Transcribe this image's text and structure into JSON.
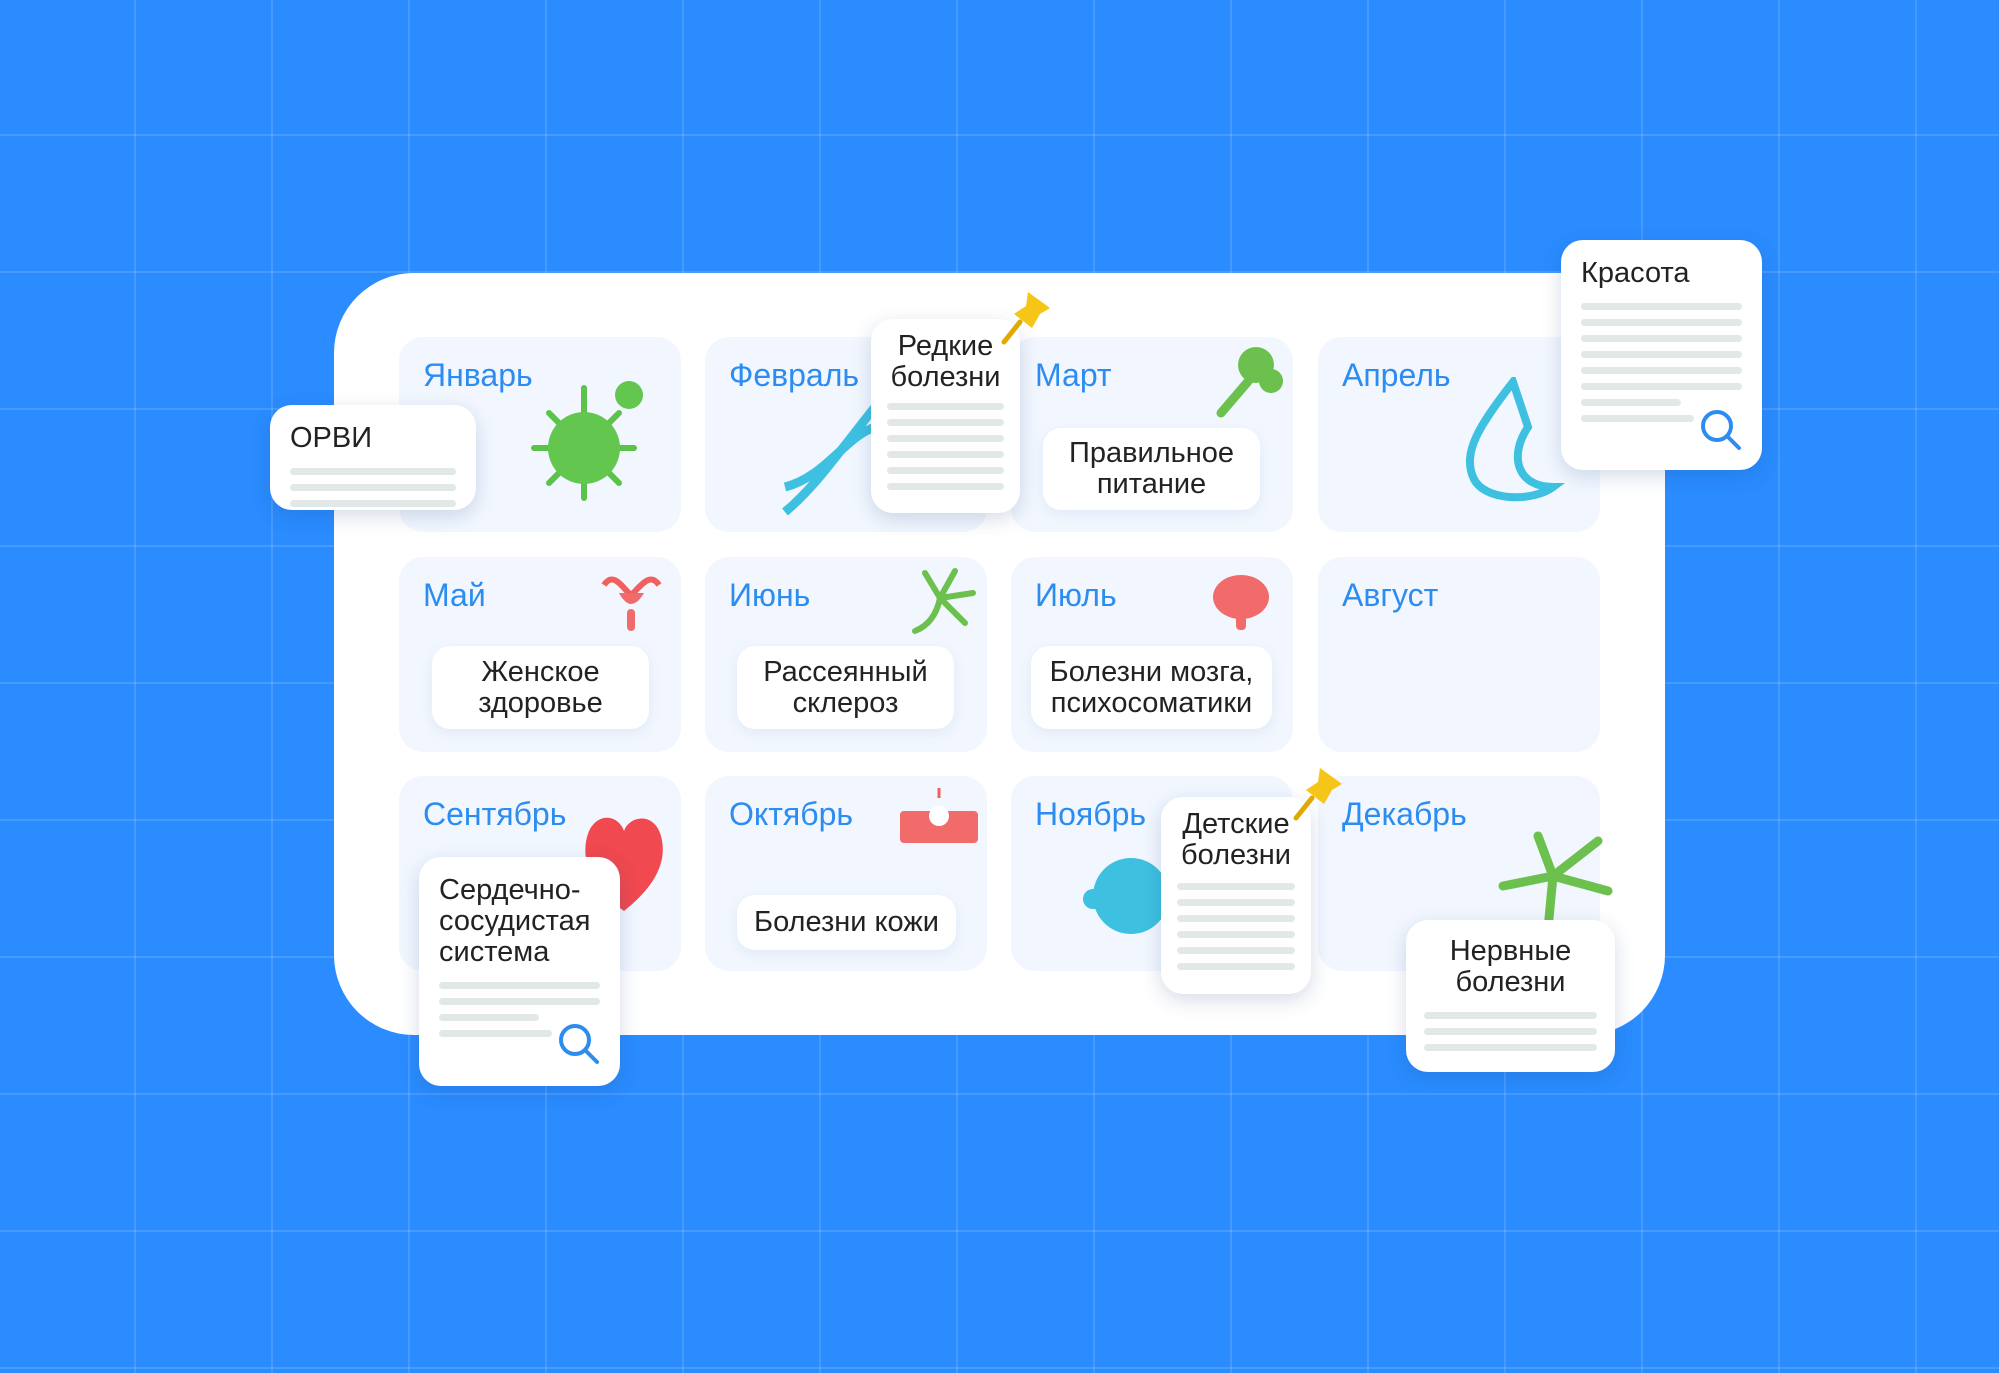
{
  "months": [
    "Январь",
    "Февраль",
    "Март",
    "Апрель",
    "Май",
    "Июнь",
    "Июль",
    "Август",
    "Сентябрь",
    "Октябрь",
    "Ноябрь",
    "Декабрь"
  ],
  "labels": {
    "march": "Правильное питание",
    "may": "Женское здоровье",
    "june": "Рассеянный склероз",
    "july": "Болезни мозга, психосоматики",
    "october": "Болезни кожи"
  },
  "cards": {
    "orvi": "ОРВИ",
    "rare": "Редкие болезни",
    "beauty": "Красота",
    "heart": "Сердечно-сосудистая система",
    "kids": "Детские болезни",
    "nerves": "Нервные болезни"
  },
  "colors": {
    "background": "#2A8CFF",
    "month": "#2D8CF0",
    "cell": "#F2F7FF"
  }
}
